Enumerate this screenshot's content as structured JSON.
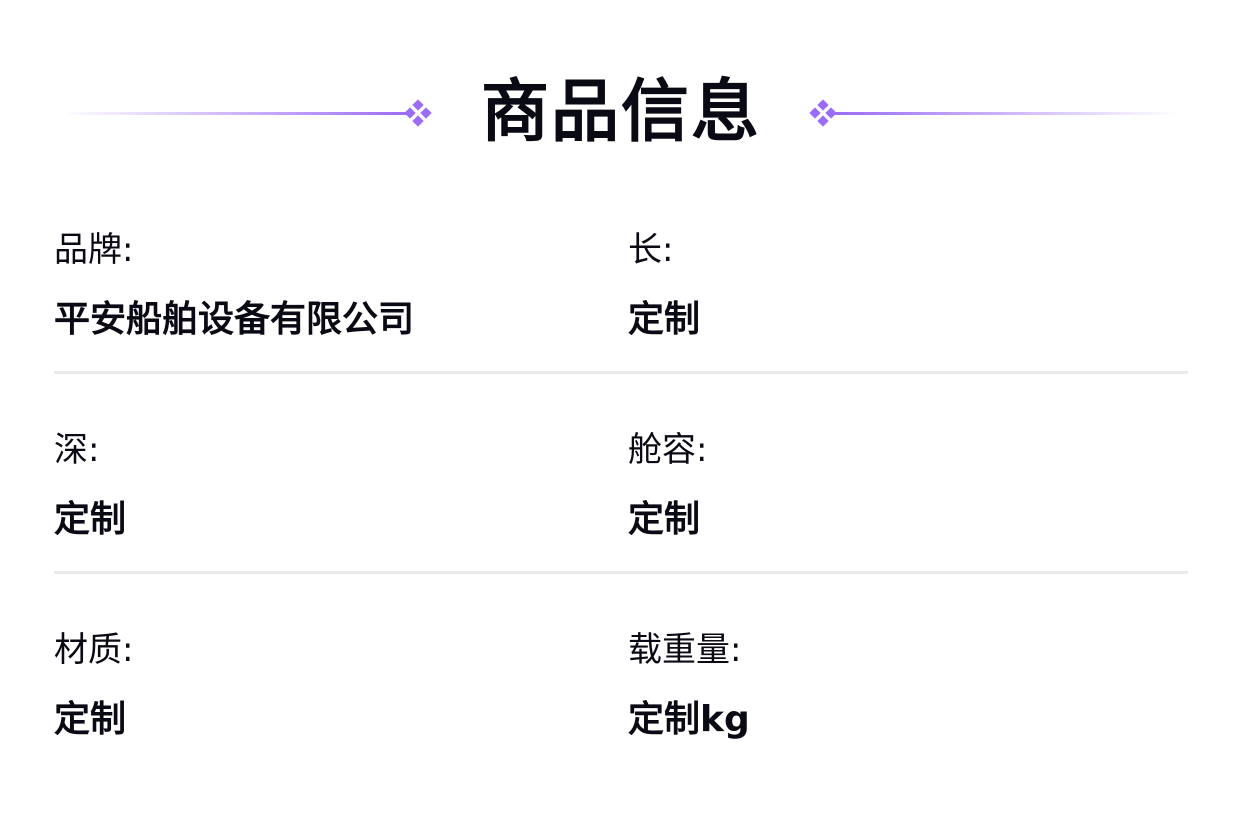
{
  "header": {
    "title": "商品信息",
    "accent": "#9b6cf5"
  },
  "rows": [
    [
      {
        "label": "品牌:",
        "value": "平安船舶设备有限公司"
      },
      {
        "label": "长:",
        "value": "定制"
      }
    ],
    [
      {
        "label": "深:",
        "value": "定制"
      },
      {
        "label": "舱容:",
        "value": "定制"
      }
    ],
    [
      {
        "label": "材质:",
        "value": "定制"
      },
      {
        "label": "载重量:",
        "value": "定制kg"
      }
    ]
  ]
}
